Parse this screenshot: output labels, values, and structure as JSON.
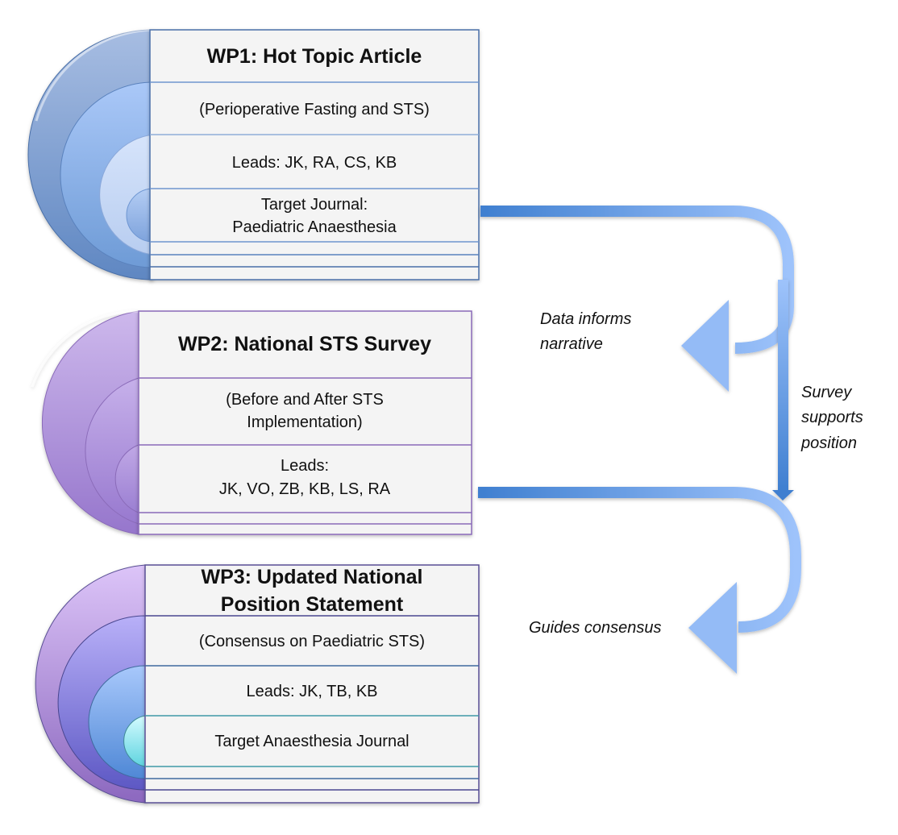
{
  "diagram": {
    "work_packages": [
      {
        "id": "wp1",
        "theme": "blue",
        "title": "WP1: Hot Topic Article",
        "rows": [
          [
            "(Perioperative Fasting and STS)"
          ],
          [
            "Leads: JK, RA, CS, KB"
          ],
          [
            "Target Journal:",
            "Paediatric Anaesthesia"
          ]
        ]
      },
      {
        "id": "wp2",
        "theme": "purple",
        "title": "WP2: National STS Survey",
        "rows": [
          [
            "(Before and After STS",
            "Implementation)"
          ],
          [
            "Leads:",
            "JK, VO, ZB, KB, LS, RA"
          ]
        ]
      },
      {
        "id": "wp3",
        "theme": "violet-cyan",
        "title": [
          "WP3: Updated National",
          "Position Statement"
        ],
        "rows": [
          [
            "(Consensus on Paediatric STS)"
          ],
          [
            "Leads: JK, TB, KB"
          ],
          [
            "Target Anaesthesia Journal"
          ]
        ]
      }
    ],
    "connectors": [
      {
        "from": "wp2",
        "to": "wp1",
        "label": [
          "Data informs",
          "narrative"
        ]
      },
      {
        "from": "wp2",
        "to": "wp3",
        "label": [
          "Survey",
          "supports",
          "position"
        ]
      },
      {
        "from": "wp2",
        "to": "wp3",
        "label": [
          "Guides consensus"
        ]
      }
    ],
    "colors": {
      "arrow_dark": "#3f7fd0",
      "arrow_light": "#9ec3fb",
      "wp1_border": "#4a6fa8",
      "wp2_border": "#8a6bb8",
      "wp3_border": "#5a4f95",
      "cell_fill": "#f4f4f4"
    }
  }
}
